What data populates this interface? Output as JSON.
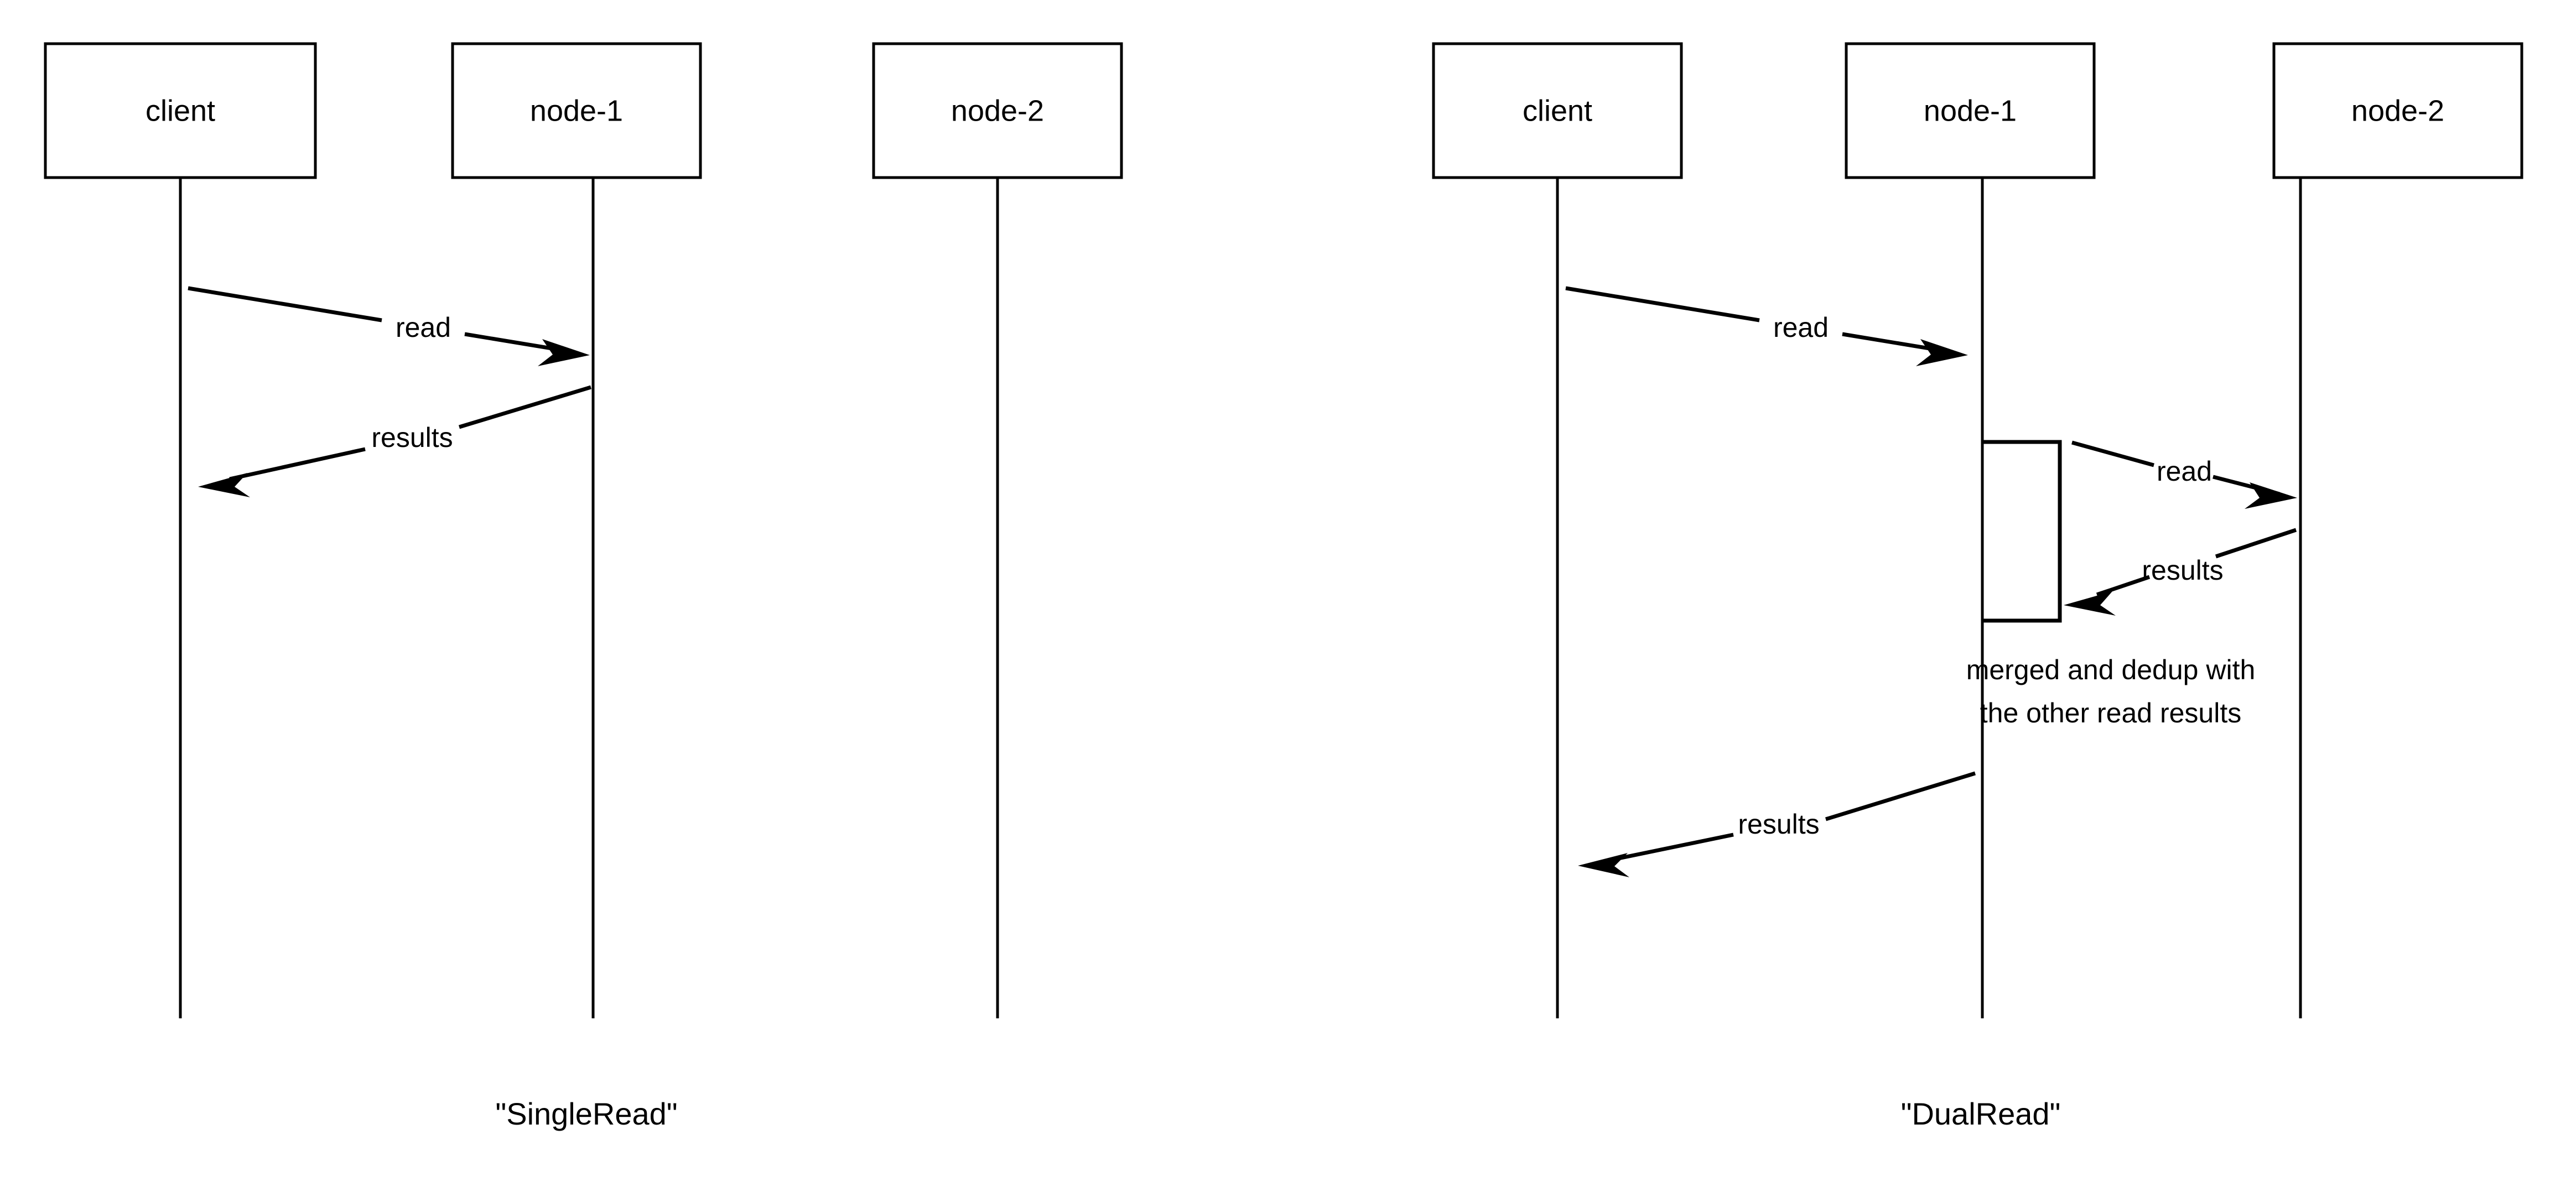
{
  "figure": {
    "background_color": "#ffffff",
    "stroke_color": "#000000",
    "type": "uml-sequence-diagram-pair"
  },
  "diagrams": [
    {
      "id": "single-read",
      "caption": "\"SingleRead\"",
      "participants": [
        {
          "id": "client",
          "label": "client"
        },
        {
          "id": "node-1",
          "label": "node-1"
        },
        {
          "id": "node-2",
          "label": "node-2"
        }
      ],
      "messages": [
        {
          "id": "m1",
          "label": "read",
          "from": "client",
          "to": "node-1",
          "direction": "right"
        },
        {
          "id": "m2",
          "label": "results",
          "from": "node-1",
          "to": "client",
          "direction": "left"
        }
      ],
      "activations": [],
      "notes": []
    },
    {
      "id": "dual-read",
      "caption": "\"DualRead\"",
      "participants": [
        {
          "id": "client",
          "label": "client"
        },
        {
          "id": "node-1",
          "label": "node-1"
        },
        {
          "id": "node-2",
          "label": "node-2"
        }
      ],
      "messages": [
        {
          "id": "m1",
          "label": "read",
          "from": "client",
          "to": "node-1",
          "direction": "right"
        },
        {
          "id": "m2",
          "label": "read",
          "from": "node-1",
          "to": "node-2",
          "direction": "right"
        },
        {
          "id": "m3",
          "label": "results",
          "from": "node-2",
          "to": "node-1",
          "direction": "left"
        },
        {
          "id": "m4",
          "label": "results",
          "from": "node-1",
          "to": "client",
          "direction": "left"
        }
      ],
      "activations": [
        {
          "id": "a1",
          "on": "node-1",
          "shape": "open-left-bracket"
        }
      ],
      "notes": [
        {
          "id": "n1",
          "on": "node-1",
          "lines": [
            "merged and dedup with",
            "the other read results"
          ]
        }
      ]
    }
  ]
}
